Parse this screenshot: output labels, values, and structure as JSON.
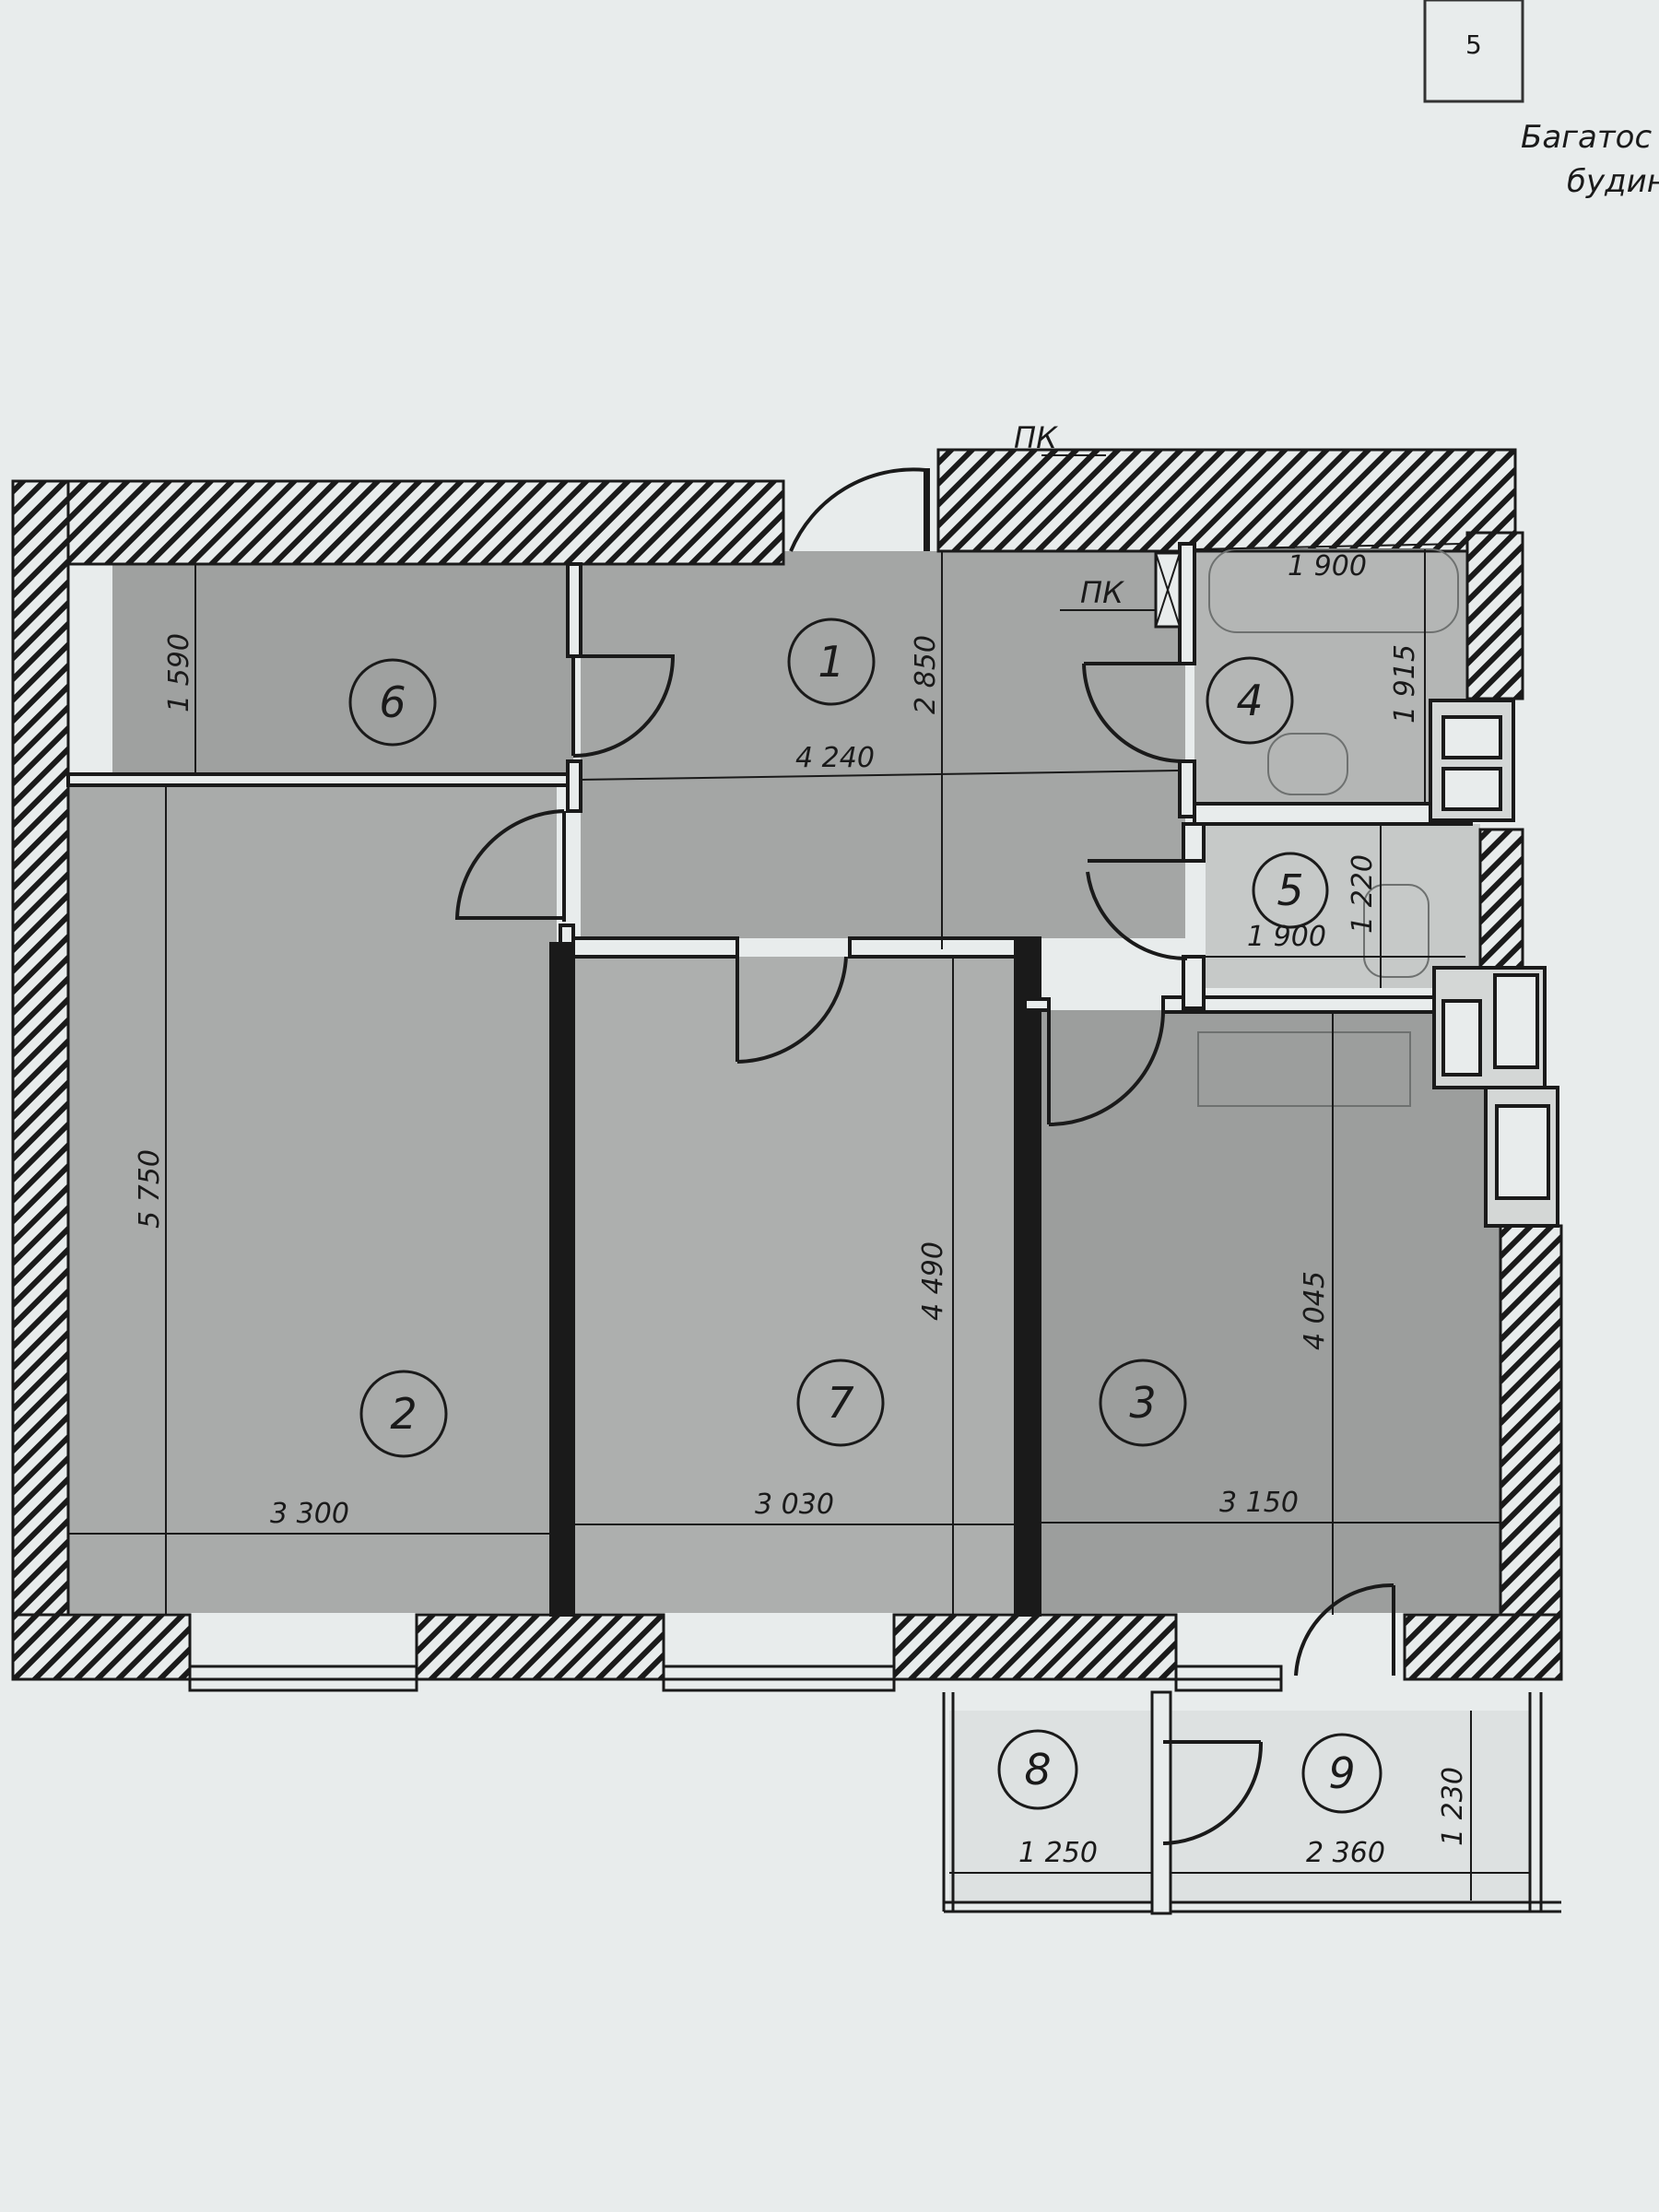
{
  "header": {
    "page_number": "5",
    "caption_line1": "Багатос",
    "caption_line2": "будин"
  },
  "labels": {
    "pk_top": "ПК",
    "pk_inner": "ПК"
  },
  "rooms": [
    {
      "id": "r1",
      "number": "1"
    },
    {
      "id": "r2",
      "number": "2"
    },
    {
      "id": "r3",
      "number": "3"
    },
    {
      "id": "r4",
      "number": "4"
    },
    {
      "id": "r5",
      "number": "5"
    },
    {
      "id": "r6",
      "number": "6"
    },
    {
      "id": "r7",
      "number": "7"
    },
    {
      "id": "r8",
      "number": "8"
    },
    {
      "id": "r9",
      "number": "9"
    }
  ],
  "dimensions": {
    "d6_height": "1 590",
    "d2_height": "5 750",
    "d2_width": "3 300",
    "d1_height": "2 850",
    "d1_width": "4 240",
    "d7_height": "4 490",
    "d7_width": "3 030",
    "d3_height": "4 045",
    "d3_width": "3 150",
    "d4_width": "1 900",
    "d4_height": "1 915",
    "d5_width": "1 900",
    "d5_height": "1 220",
    "d8_width": "1 250",
    "d9_width": "2 360",
    "d9_height": "1 230"
  },
  "colors": {
    "paper": "#e8ecec",
    "room_fill": "#a8aaa9",
    "room_fill_dark": "#9fa1a0",
    "balcony_fill": "#dde1e1",
    "wall_ink": "#1a1a1a"
  }
}
